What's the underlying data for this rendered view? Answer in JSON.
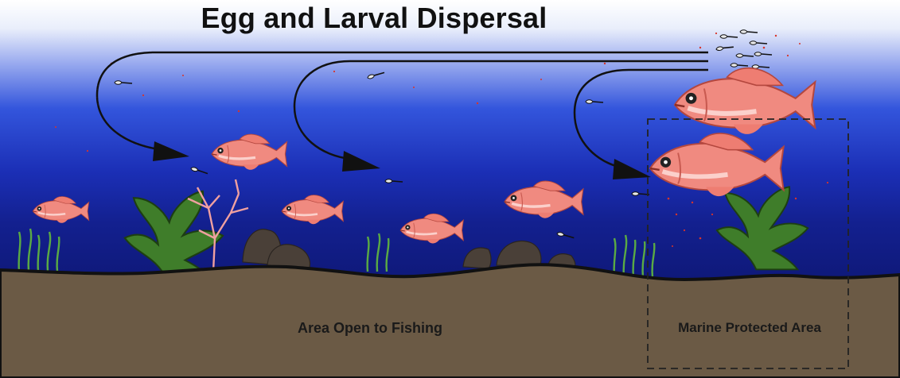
{
  "title": "Egg and Larval Dispersal",
  "labels": {
    "open_area": "Area Open to Fishing",
    "protected_area": "Marine Protected Area"
  },
  "colors": {
    "water_top": "#ffffff",
    "water_mid": "#2e4fd8",
    "water_deep": "#101a8a",
    "seafloor": "#6b5a45",
    "fish_body": "#f08a80",
    "coral_green": "#3f7d2a",
    "seagrass": "#5aaa44",
    "rock": "#4a4038"
  },
  "icons": [
    "fish-icon",
    "larva-icon",
    "arrow-icon",
    "coral-icon",
    "seagrass-icon",
    "rock-icon",
    "sea-fan-icon"
  ]
}
